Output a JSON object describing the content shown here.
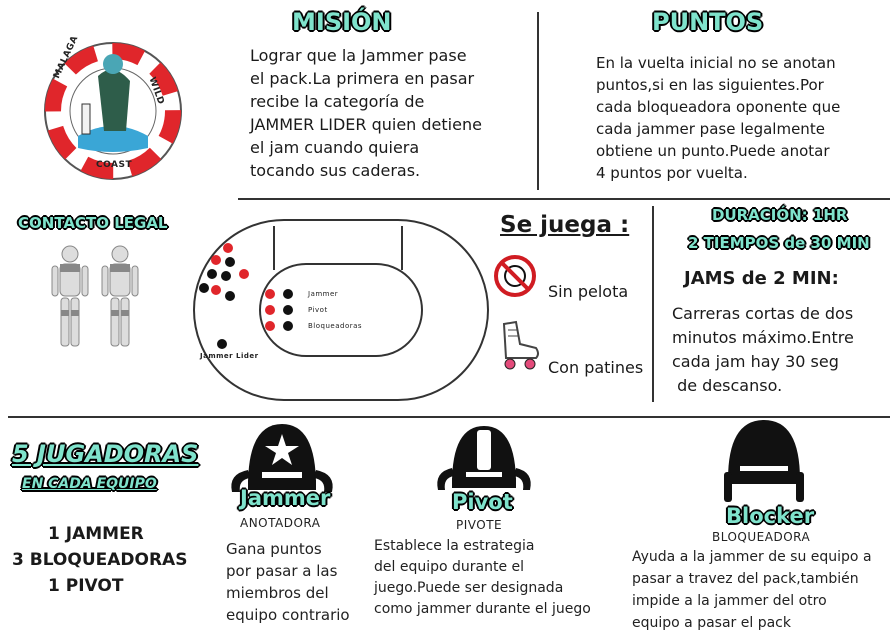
{
  "logo": {
    "top_text": "MALAGA",
    "right_text": "WILD",
    "bottom_text": "COAST"
  },
  "mision": {
    "title": "MISIÓN",
    "lines": [
      "Lograr que la Jammer pase",
      "el pack.La primera en pasar",
      "recibe la categoría de",
      "JAMMER LIDER quien detiene",
      "el jam cuando quiera",
      "tocando sus caderas."
    ]
  },
  "puntos": {
    "title": "PUNTOS",
    "lines": [
      "En la vuelta inicial no se anotan",
      "puntos,si en las siguientes.Por",
      "cada bloqueadora oponente que",
      "cada jammer pase legalmente",
      "obtiene un punto.Puede anotar",
      "4 puntos por vuelta."
    ]
  },
  "contacto": {
    "title": "CONTACTO LEGAL"
  },
  "track": {
    "legend": [
      "Jammer",
      "Pivot",
      "Bloqueadoras"
    ],
    "jammer_lider_label": "Jammer Lider"
  },
  "se_juega": {
    "title": "Se juega :",
    "item1": "Sin pelota",
    "item2": "Con patines"
  },
  "duracion": {
    "line1": "DURACIÓN: 1HR",
    "line2": "2 TIEMPOS de 30 MIN",
    "jams_title": "JAMS de 2 MIN:",
    "lines": [
      "Carreras cortas de dos",
      "minutos máximo.Entre",
      "cada jam hay 30 seg",
      " de descanso."
    ]
  },
  "jugadoras": {
    "title": "5 JUGADORAS",
    "subtitle": "EN CADA EQUIPO",
    "lines": [
      "1 JAMMER",
      "3 BLOQUEADORAS",
      "1 PIVOT"
    ]
  },
  "roles": [
    {
      "name": "Jammer",
      "sub": "ANOTADORA",
      "lines": [
        "Gana puntos",
        "por pasar a las",
        "miembros del",
        "equipo contrario"
      ]
    },
    {
      "name": "Pivot",
      "sub": "PIVOTE",
      "lines": [
        "Establece la estrategia",
        "del equipo durante el",
        "juego.Puede ser designada",
        "como jammer durante el juego"
      ]
    },
    {
      "name": "Blocker",
      "sub": "BLOQUEADORA",
      "lines": [
        "Ayuda a la jammer de su equipo a",
        "pasar a travez del pack,también",
        "impide a la jammer del otro",
        "equipo a pasar el pack"
      ]
    }
  ],
  "colors": {
    "teal": "#7fe3cc",
    "red": "#e0262b",
    "dark": "#111111",
    "sea": "#3aa6d6"
  }
}
